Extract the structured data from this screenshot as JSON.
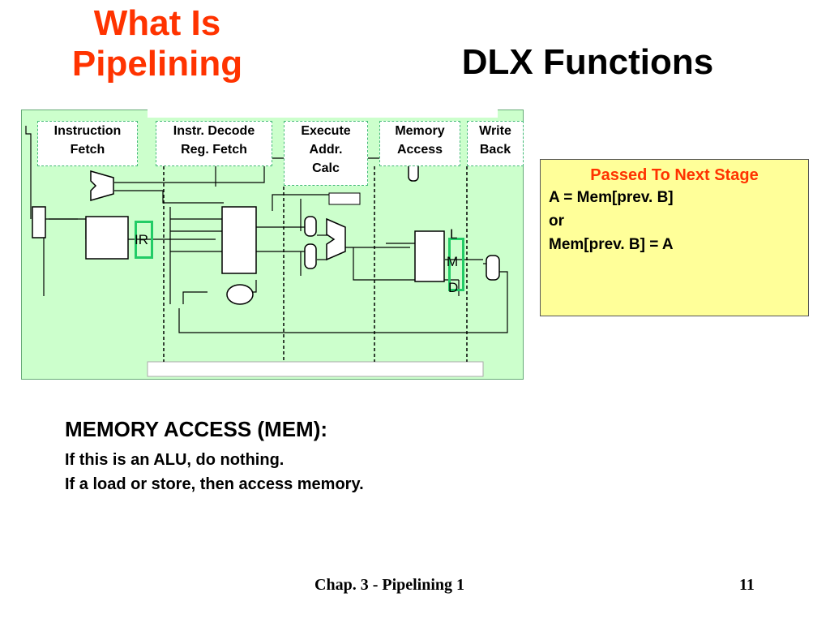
{
  "corner_title": [
    "What Is",
    "Pipelining"
  ],
  "title": "DLX Functions",
  "stages": [
    {
      "lines": [
        "Instruction",
        "Fetch"
      ]
    },
    {
      "lines": [
        "Instr. Decode",
        "Reg. Fetch"
      ]
    },
    {
      "lines": [
        "Execute",
        "Addr.",
        "Calc"
      ]
    },
    {
      "lines": [
        "Memory",
        "Access"
      ]
    },
    {
      "lines": [
        "Write",
        "Back"
      ]
    }
  ],
  "registers": {
    "ir": "IR",
    "lmd": [
      "L",
      "M",
      "D"
    ]
  },
  "info_box": {
    "title": "Passed To Next Stage",
    "lines": [
      "A = Mem[prev. B]",
      "or",
      "Mem[prev. B] = A"
    ]
  },
  "body": {
    "heading": "MEMORY ACCESS (MEM):",
    "lines": [
      "If this  is an ALU, do nothing.",
      "If a load or store, then access  memory."
    ]
  },
  "footer": {
    "chapter": "Chap. 3 - Pipelining 1",
    "page": "11"
  },
  "colors": {
    "accent": "#ff3300",
    "diagram_bg": "#ccffcc",
    "register_outline": "#22cc66",
    "info_box_bg": "#ffff99"
  }
}
